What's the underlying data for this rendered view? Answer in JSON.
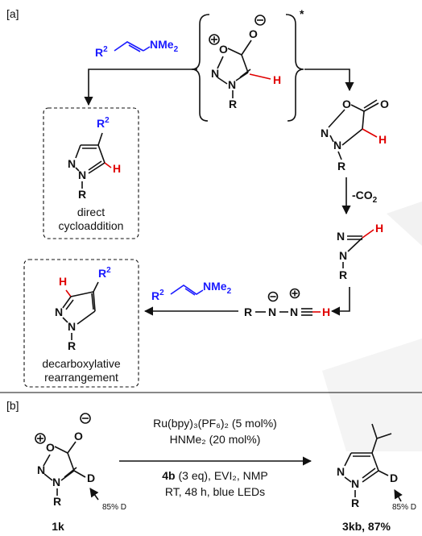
{
  "panel_a": {
    "label": "[a]",
    "reagent": {
      "r2": "R",
      "r2_sup": "2",
      "nme2": "NMe",
      "nme2_sub": "2"
    },
    "intermediate": {
      "star": "*",
      "atoms": [
        "O",
        "O",
        "N",
        "N",
        "R",
        "H"
      ]
    },
    "oxaziridine": {
      "atoms": [
        "O",
        "O",
        "N",
        "N",
        "R",
        "H"
      ]
    },
    "loss": {
      "minus": "-CO",
      "sub": "2"
    },
    "diazirine": {
      "atoms": [
        "N",
        "N",
        "H",
        "R"
      ]
    },
    "diazo": {
      "text": "R–N–N≡–H",
      "r": "R",
      "n1": "N",
      "n2": "N",
      "h": "H"
    },
    "pyrazole_direct": {
      "caption_line1": "direct",
      "caption_line2": "cycloaddition",
      "atoms": [
        "R",
        "2",
        "N",
        "N",
        "H",
        "R"
      ]
    },
    "pyrazole_decarb": {
      "caption_line1": "decarboxylative",
      "caption_line2": "rearrangement",
      "atoms": [
        "H",
        "R",
        "2",
        "N",
        "N",
        "R"
      ]
    },
    "reagent2": {
      "r2": "R",
      "r2_sup": "2",
      "nme2": "NMe",
      "nme2_sub": "2"
    }
  },
  "panel_b": {
    "label": "[b]",
    "cond_line1": "Ru(bpy)₃(PF₆)₂ (5 mol%)",
    "cond_line2": "HNMe₂ (20 mol%)",
    "cond_line3_bold": "4b",
    "cond_line3": " (3 eq), EVI₂, NMP",
    "cond_line4": "RT, 48 h, blue LEDs",
    "start_label": "1k",
    "start_atoms": [
      "O",
      "O",
      "N",
      "N",
      "R",
      "D"
    ],
    "start_deut": "85% D",
    "product_label": "3kb, 87%",
    "product_atoms": [
      "N",
      "N",
      "R",
      "D"
    ],
    "product_deut": "85% D"
  }
}
